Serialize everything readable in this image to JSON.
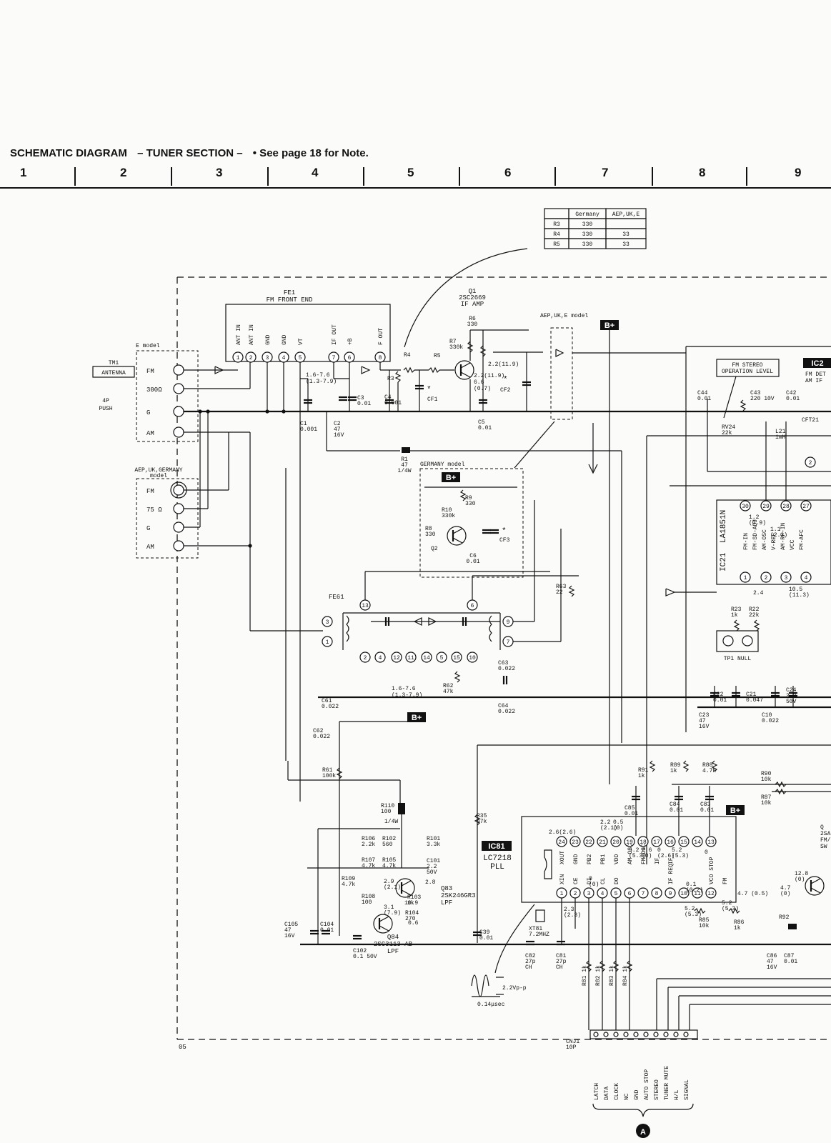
{
  "header": {
    "title": "SCHEMATIC DIAGRAM",
    "section": "– TUNER SECTION –",
    "note": "• See page 18 for Note."
  },
  "ruler": [
    "1",
    "2",
    "3",
    "4",
    "5",
    "6",
    "7",
    "8",
    "9"
  ],
  "variant_table": {
    "headers": [
      "",
      "Germany",
      "AEP,UK,E"
    ],
    "rows": [
      [
        "R3",
        "330",
        ""
      ],
      [
        "R4",
        "330",
        "33"
      ],
      [
        "R5",
        "330",
        "33"
      ]
    ]
  },
  "blocks": {
    "fe1": {
      "ref": "FE1",
      "name": "FM FRONT END",
      "pin_labels": [
        "ANT IN",
        "ANT IN",
        "GND",
        "GND",
        "VT",
        "IF OUT",
        "+B",
        "F OUT"
      ],
      "pins": [
        "1",
        "2",
        "3",
        "4",
        "5",
        "7",
        "6",
        "8"
      ]
    },
    "q1": {
      "ref": "Q1",
      "part": "2SC2669",
      "func": "IF AMP"
    },
    "fe61": {
      "ref": "FE61",
      "pins": [
        "13",
        "3",
        "1",
        "2",
        "4",
        "12",
        "11",
        "14",
        "5",
        "15",
        "10",
        "6",
        "9",
        "7"
      ]
    },
    "ic81": {
      "ref": "IC81",
      "part": "LC7218",
      "func": "PLL",
      "top_pins": [
        "24",
        "23",
        "22",
        "21",
        "20",
        "19",
        "18",
        "17",
        "16",
        "15",
        "14",
        "13"
      ],
      "bottom_pins": [
        "1",
        "2",
        "3",
        "4",
        "5",
        "6",
        "7",
        "8",
        "9",
        "10",
        "11",
        "12"
      ],
      "top_labels": [
        "XOUT",
        "GND",
        "PB2",
        "PB1",
        "VDD",
        "AM-OSC",
        "FM-OSC",
        "IF",
        "IF"
      ],
      "bottom_labels": [
        "XIN",
        "CE",
        "DI",
        "CL",
        "DO",
        "IF REQ",
        "VCO STOP",
        "FM"
      ]
    },
    "ic21": {
      "ref": "IC21",
      "part": "LA1851N",
      "top_pins": [
        "30",
        "29",
        "28",
        "27"
      ],
      "bottom_pins": [
        "1",
        "2",
        "3",
        "4"
      ],
      "side_labels": [
        "FM-IN",
        "FM-SD-ADJ",
        "AM-OSC",
        "V-REF",
        "AM-RF-IN",
        "VCC",
        "FM-AFC"
      ]
    },
    "ic2x": {
      "ref": "IC2",
      "lines": [
        "FM DET",
        "AM IF"
      ]
    },
    "cnj1": {
      "ref": "CNJ1",
      "pins": "10P",
      "signals": [
        "LATCH",
        "DATA",
        "CLOCK",
        "NC",
        "GND",
        "AUTO STOP",
        "STEREO",
        "TUNER MUTE",
        "H/L",
        "SIGNAL"
      ]
    },
    "q83": {
      "ref": "Q83",
      "part": "2SK246GR3",
      "func": "LPF"
    },
    "q84": {
      "ref": "Q84",
      "part": "2SC3113-AB",
      "func": "LPF"
    },
    "q2": {
      "ref": "Q2"
    },
    "qx": {
      "lines": [
        "Q",
        "2SA",
        "FM/",
        "SW"
      ]
    }
  },
  "antenna": {
    "tm1": [
      "TM1",
      "ANTENNA"
    ],
    "push": [
      "4P",
      "PUSH"
    ],
    "e_model": "E model",
    "e_terms": [
      "FM",
      "300Ω",
      "G",
      "AM"
    ],
    "aep_model": [
      "AEP,UK,GERMANY",
      "model"
    ],
    "aep_terms": [
      "FM",
      "75 Ω",
      "G",
      "AM"
    ]
  },
  "model_labels": {
    "aep_uk_e": "AEP,UK,E model",
    "germany": "GERMANY model"
  },
  "stereo_box": [
    "FM STEREO",
    "OPERATION LEVEL"
  ],
  "components": [
    [
      "R1",
      "47",
      "1/4W"
    ],
    [
      "R3"
    ],
    [
      "R4"
    ],
    [
      "R5"
    ],
    [
      "R6",
      "330"
    ],
    [
      "R7",
      "330k"
    ],
    [
      "R8",
      "330"
    ],
    [
      "R9",
      "330"
    ],
    [
      "R10",
      "330k"
    ],
    [
      "C1",
      "0.001"
    ],
    [
      "C2",
      "47",
      "16V"
    ],
    [
      "C3",
      "0.01"
    ],
    [
      "C4",
      "0.001"
    ],
    [
      "C5",
      "0.01"
    ],
    [
      "C6",
      "0.01"
    ],
    [
      "CF1"
    ],
    [
      "CF2"
    ],
    [
      "CF3"
    ],
    [
      "C44",
      "0.01"
    ],
    [
      "C43",
      "220",
      "10V"
    ],
    [
      "C42",
      "0.01"
    ],
    [
      "RV24",
      "22k"
    ],
    [
      "L21",
      "1mH"
    ],
    [
      "CFT21"
    ],
    [
      "R23",
      "1k"
    ],
    [
      "R22",
      "22k"
    ],
    [
      "TP1",
      "NULL"
    ],
    [
      "C22",
      "0.01"
    ],
    [
      "C21",
      "0.047"
    ],
    [
      "C24",
      "3.3",
      "50V"
    ],
    [
      "C23",
      "47",
      "16V"
    ],
    [
      "C10",
      "0.022"
    ],
    [
      "R63",
      "22"
    ],
    [
      "R62",
      "47k"
    ],
    [
      "C61",
      "0.022"
    ],
    [
      "C62",
      "0.022"
    ],
    [
      "C63",
      "0.022"
    ],
    [
      "C64",
      "0.022"
    ],
    [
      "R61",
      "100k"
    ],
    [
      "R110",
      "100",
      "1/4W"
    ],
    [
      "R35",
      "47k"
    ],
    [
      "R106",
      "2.2k"
    ],
    [
      "R102",
      "560"
    ],
    [
      "R101",
      "3.3k"
    ],
    [
      "C101",
      "2.2",
      "50V"
    ],
    [
      "R107",
      "4.7k"
    ],
    [
      "R105",
      "4.7k"
    ],
    [
      "R109",
      "4.7k"
    ],
    [
      "R108",
      "100"
    ],
    [
      "R103",
      "1k"
    ],
    [
      "R104",
      "270"
    ],
    [
      "C105",
      "47",
      "16V"
    ],
    [
      "C104",
      "0.01"
    ],
    [
      "C102",
      "0.1 50V"
    ],
    [
      "C39",
      "0.01"
    ],
    [
      "C85",
      "0.01"
    ],
    [
      "C84",
      "0.01"
    ],
    [
      "C83",
      "0.01"
    ],
    [
      "R91",
      "1k"
    ],
    [
      "R89",
      "1k"
    ],
    [
      "R88",
      "4.7k"
    ],
    [
      "R90",
      "10k"
    ],
    [
      "R87",
      "10k"
    ],
    [
      "XT81",
      "7.2MHZ"
    ],
    [
      "C82",
      "27p",
      "CH"
    ],
    [
      "C81",
      "27p",
      "CH"
    ],
    [
      "R81",
      "1k"
    ],
    [
      "R82",
      "1k"
    ],
    [
      "R83",
      "1k"
    ],
    [
      "R84",
      "1k"
    ],
    [
      "R85",
      "10k"
    ],
    [
      "R86",
      "1k"
    ],
    [
      "R92"
    ],
    [
      "C86",
      "47",
      "16V"
    ],
    [
      "C87",
      "0.01"
    ]
  ],
  "voltages": {
    "fe1_vt": [
      "1.6-7.6",
      "(1.3-7.9)"
    ],
    "q1": [
      "2.2(11.9)",
      "6.6",
      "(0.7)"
    ],
    "ic21": [
      "1.2",
      "(0.9)",
      "1.1",
      "(2.3)",
      "2.4",
      "10.5",
      "(11.3)"
    ],
    "fe61": [
      "1.6-7.6",
      "(1.3-7.9)"
    ],
    "q83": [
      "2.8",
      "2.9",
      "(2.1)"
    ],
    "q84": [
      "3.1",
      "(7.9)",
      "10.9",
      "0.6"
    ],
    "ic81_top": [
      "2.6(2.6)",
      "2.2",
      "(2.1)",
      "0.5",
      "(0)",
      "5.2",
      "(5.3)",
      "2.6",
      "(0)",
      "0",
      "(2.6)",
      "5.2",
      "(5.3)",
      "0"
    ],
    "ic81_bottom": [
      "0",
      "(0)",
      "0.1",
      "(0.2)",
      "4.7",
      "(0.5)",
      "5.2",
      "(5.3)",
      "5.2",
      "(5.3)",
      "2.3",
      "(2.3)"
    ],
    "qx": [
      "12.8",
      "(0)",
      "4.7",
      "(0)"
    ],
    "waveform": [
      "2.2Vp-p",
      "0.14μsec"
    ]
  },
  "bplus": "B+",
  "sheet_ref": "05",
  "connector_ref": "A"
}
